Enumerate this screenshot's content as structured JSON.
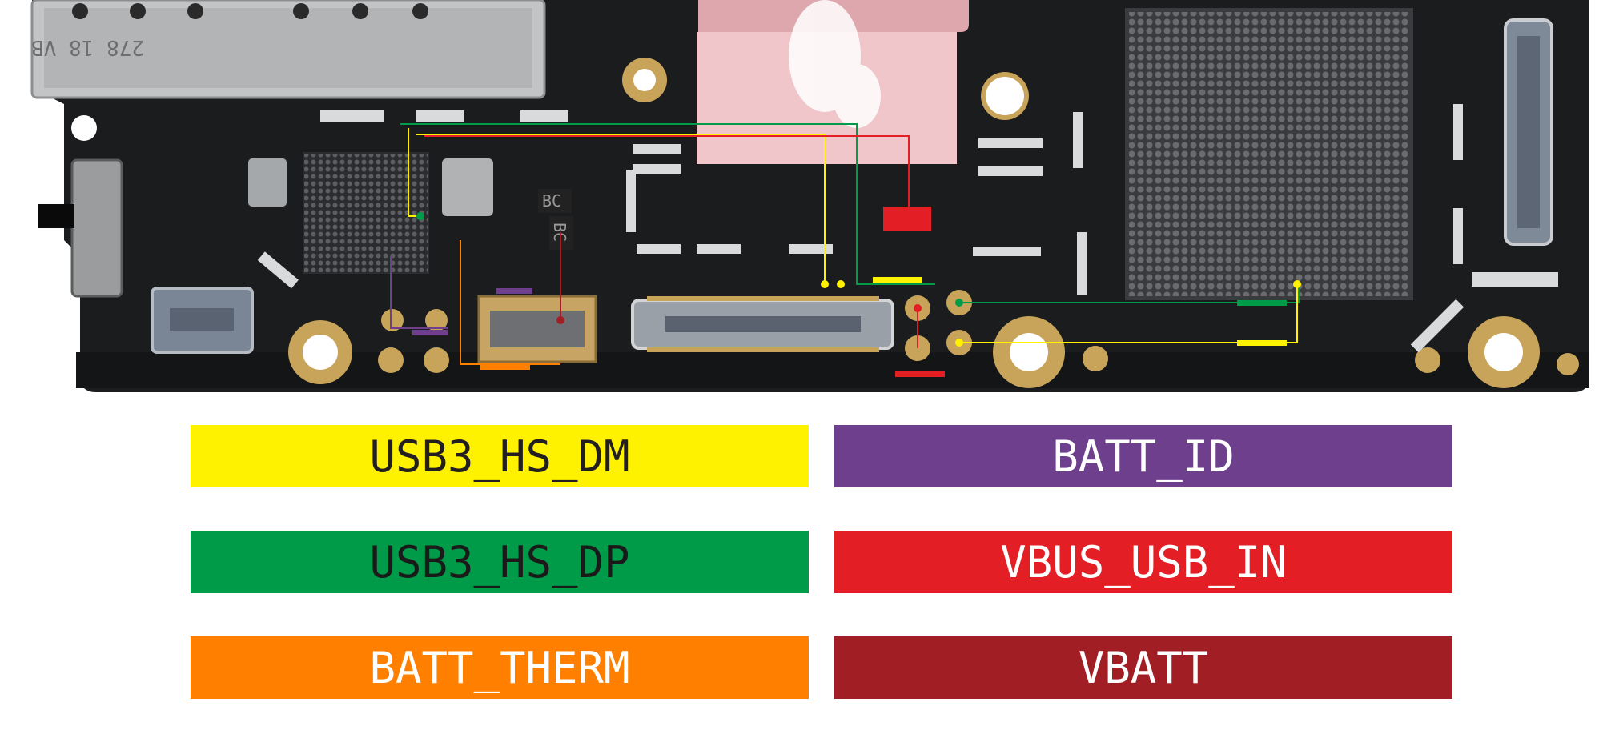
{
  "legend": [
    {
      "label": "USB3_HS_DM",
      "color": "#fff200",
      "text_color": "#231f20"
    },
    {
      "label": "BATT_ID",
      "color": "#6d3f8c",
      "text_color": "#ffffff"
    },
    {
      "label": "USB3_HS_DP",
      "color": "#009b48",
      "text_color": "#1a1a1a"
    },
    {
      "label": "VBUS_USB_IN",
      "color": "#e31e25",
      "text_color": "#ffffff"
    },
    {
      "label": "BATT_THERM",
      "color": "#ff8000",
      "text_color": "#ffffff"
    },
    {
      "label": "VBATT",
      "color": "#a11f24",
      "text_color": "#ffffff"
    }
  ],
  "board": {
    "chip_markings": [
      "BC",
      "BC"
    ],
    "shield_marking": "278 18 VB"
  },
  "colors": {
    "pcb": "#191a1c",
    "pcb_edge": "#2a2b2d",
    "pad": "#c8a45a",
    "metal": "#b8b9bb",
    "logo": "#f4b6bd"
  }
}
